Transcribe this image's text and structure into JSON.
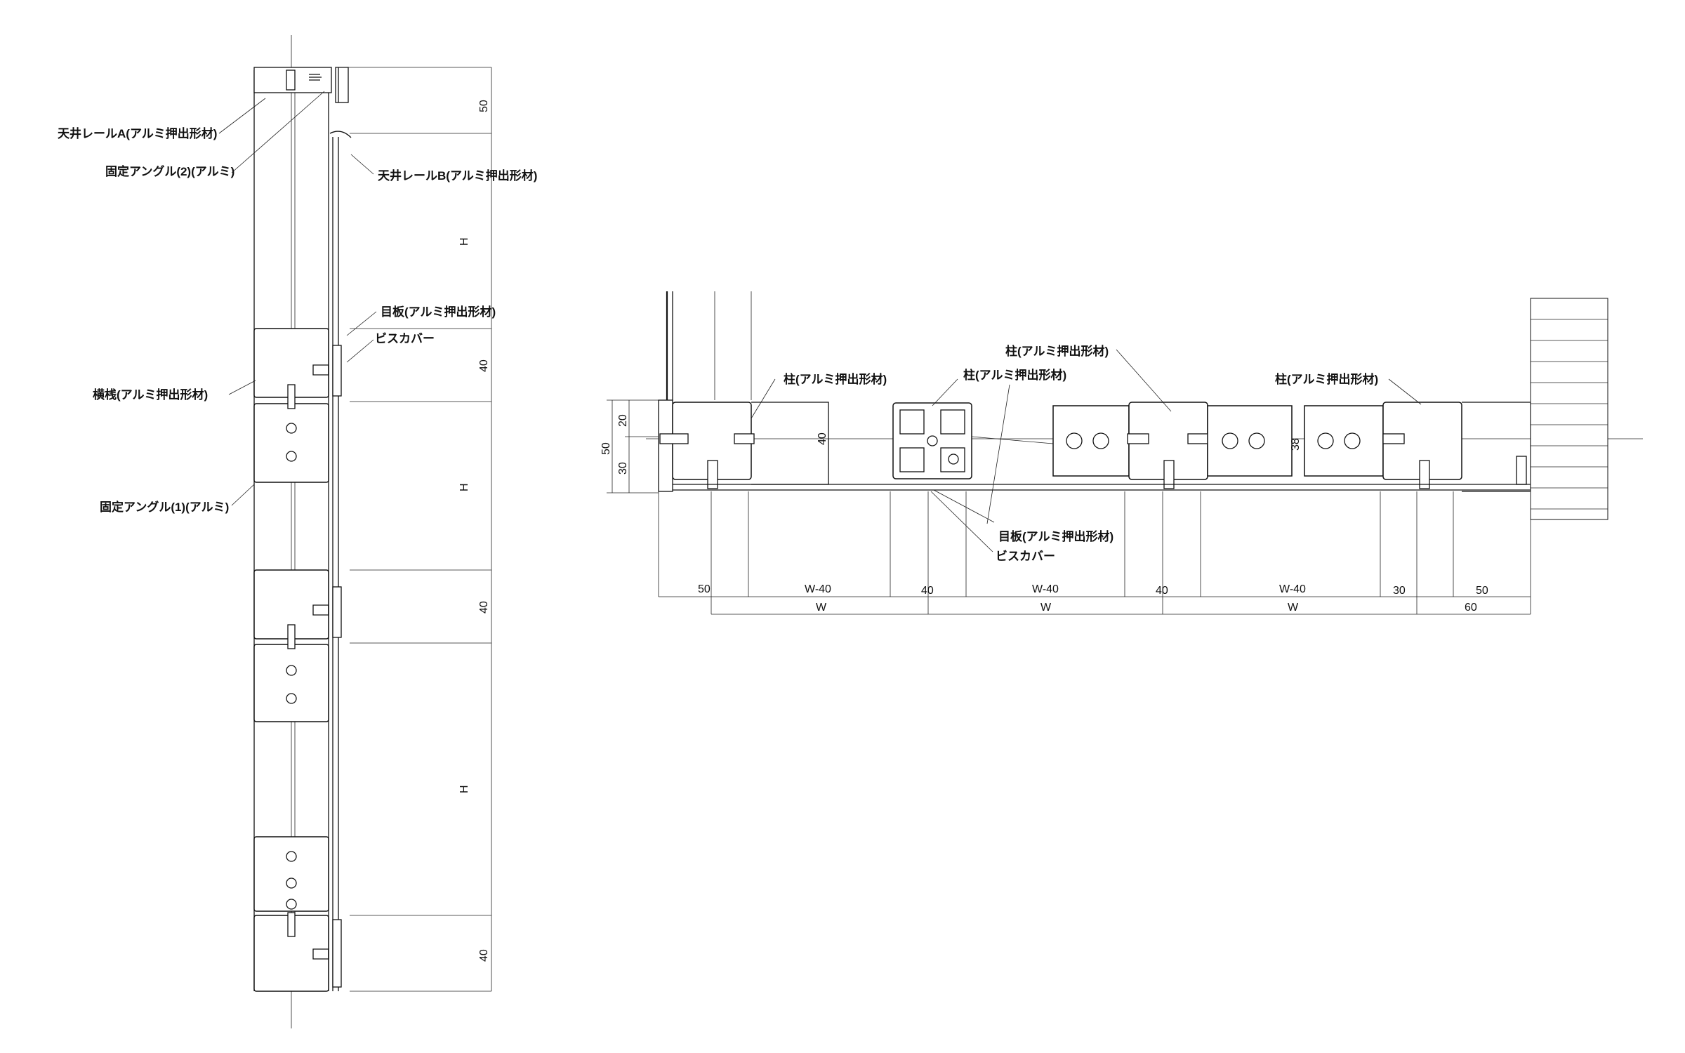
{
  "section": {
    "labels": {
      "ceiling_rail_a": "天井レールA(アルミ押出形材)",
      "fixing_angle_2": "固定アングル(2)(アルミ)",
      "ceiling_rail_b": "天井レールB(アルミ押出形材)",
      "joint_plate": "目板(アルミ押出形材)",
      "screw_cover": "ビスカバー",
      "transom": "横桟(アルミ押出形材)",
      "fixing_angle_1": "固定アングル(1)(アルミ)"
    },
    "dims": [
      "50",
      "H",
      "40",
      "H",
      "40",
      "H",
      "40"
    ]
  },
  "plan": {
    "labels": {
      "post_1": "柱(アルミ押出形材)",
      "post_2": "柱(アルミ押出形材)",
      "post_3": "柱(アルミ押出形材)",
      "post_4": "柱(アルミ押出形材)",
      "joint_plate": "目板(アルミ押出形材)",
      "screw_cover": "ビスカバー"
    },
    "dims_left": {
      "total": "50",
      "upper": "20",
      "lower": "30"
    },
    "dims_inner": {
      "depth": "40",
      "glass": "38"
    },
    "dims_row1": [
      "50",
      "W-40",
      "40",
      "W-40",
      "40",
      "W-40",
      "30",
      "50"
    ],
    "dims_row2": [
      "W",
      "W",
      "W",
      "60"
    ]
  }
}
